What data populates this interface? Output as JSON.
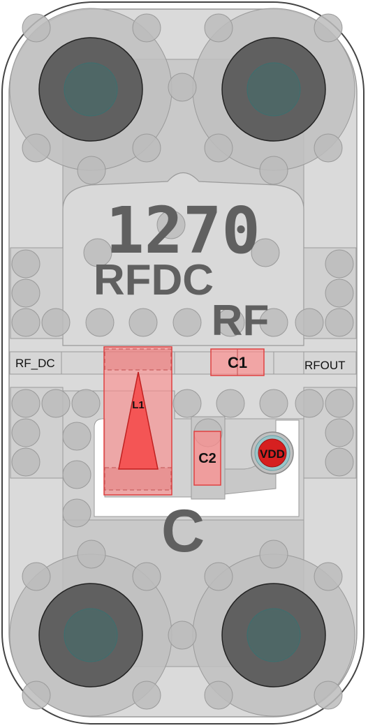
{
  "board": {
    "part_number": "1270",
    "silkscreen_primary": "RFDC",
    "silkscreen_secondary": "RF",
    "silkscreen_tertiary": "C"
  },
  "pins": {
    "left": "RF_DC",
    "right": "RFOUT"
  },
  "components": {
    "c1": "C1",
    "c2": "C2",
    "l1": "L1",
    "vdd": "VDD"
  },
  "colors": {
    "board_fill": "#d9d9d9",
    "copper": "#c8c8c8",
    "via": "#b7b7b7",
    "mount_hole": "#5f5f5f",
    "mount_hole_center": "#52706f",
    "highlight": "#ff8080",
    "vdd_pad": "#d62020",
    "vdd_ring": "#9ac4c8"
  }
}
